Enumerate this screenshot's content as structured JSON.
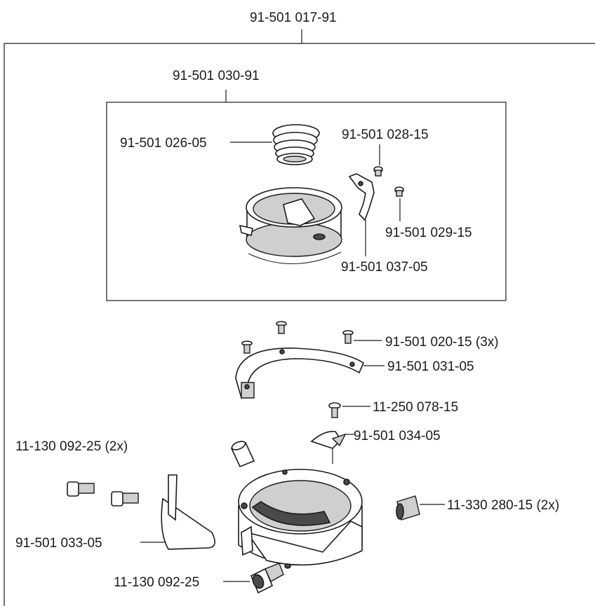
{
  "labels": {
    "assembly_top": "91-501 017-91",
    "subassembly": "91-501 030-91",
    "spring": "91-501 026-05",
    "screw_028": "91-501 028-15",
    "screw_029": "91-501 029-15",
    "clip_037": "91-501 037-05",
    "screws_020": "91-501 020-15 (3x)",
    "ring_031": "91-501 031-05",
    "screw_078": "11-250 078-15",
    "part_034": "91-501 034-05",
    "screws_092_2x": "11-130 092-25 (2x)",
    "setscrews_280": "11-330 280-15 (2x)",
    "guard_033": "91-501 033-05",
    "screw_092": "11-130 092-25"
  }
}
